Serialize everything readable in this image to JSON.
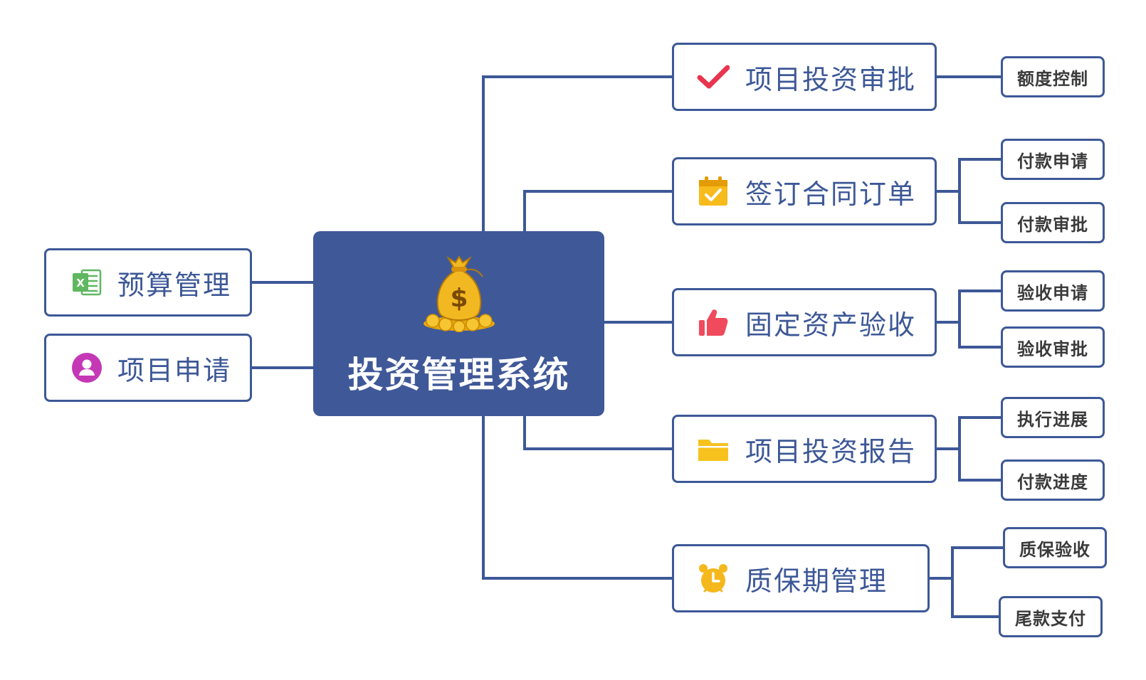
{
  "center": {
    "title": "投资管理系统",
    "icon": "money-bag-icon"
  },
  "left_nodes": [
    {
      "label": "预算管理",
      "icon": "excel-icon"
    },
    {
      "label": "项目申请",
      "icon": "user-icon"
    }
  ],
  "right_nodes": [
    {
      "label": "项目投资审批",
      "icon": "check-icon",
      "children": [
        "额度控制"
      ]
    },
    {
      "label": "签订合同订单",
      "icon": "calendar-check-icon",
      "children": [
        "付款申请",
        "付款审批"
      ]
    },
    {
      "label": "固定资产验收",
      "icon": "thumbs-up-icon",
      "children": [
        "验收申请",
        "验收审批"
      ]
    },
    {
      "label": "项目投资报告",
      "icon": "folder-icon",
      "children": [
        "执行进展",
        "付款进度"
      ]
    },
    {
      "label": "质保期管理",
      "icon": "alarm-clock-icon",
      "children": [
        "质保验收",
        "尾款支付"
      ]
    }
  ],
  "colors": {
    "primary": "#3f5898",
    "connector": "#3d5897",
    "check": "#e8344e",
    "calendar": "#f7bb1c",
    "thumbs": "#f04a5c",
    "folder": "#f7c21e",
    "clock": "#f5b81c",
    "excel": "#5fb760",
    "user": "#c438b6"
  }
}
